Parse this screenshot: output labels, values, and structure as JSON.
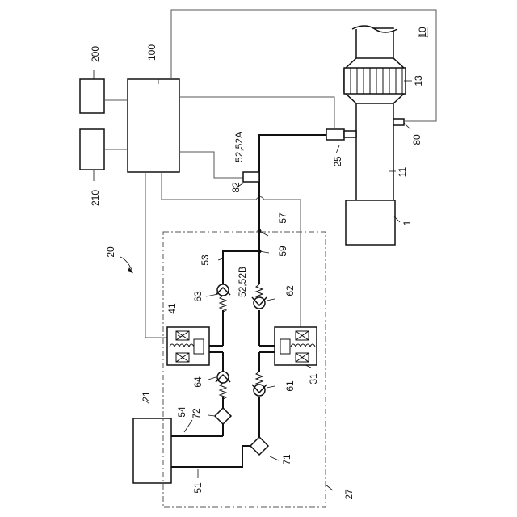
{
  "labels": {
    "fig_number": "10",
    "engine": "1",
    "catalyst": "13",
    "exhaust_pipe": "11",
    "add_valve": "25",
    "sensor_80": "80",
    "sensor_82": "82",
    "pipe_52_52a": "52,52A",
    "junction_57": "57",
    "junction_59": "59",
    "pipe_52_52b": "52,52B",
    "pipe_53": "53",
    "check_62": "62",
    "check_63": "63",
    "check_61": "61",
    "check_64": "64",
    "pump_31": "31",
    "pump_41": "41",
    "filter_71": "71",
    "filter_72": "72",
    "pipe_51": "51",
    "pipe_54": "54",
    "tank_21": "21",
    "unit_27": "27",
    "system_20": "20",
    "ecu_100": "100",
    "box_200": "200",
    "box_210": "210"
  }
}
